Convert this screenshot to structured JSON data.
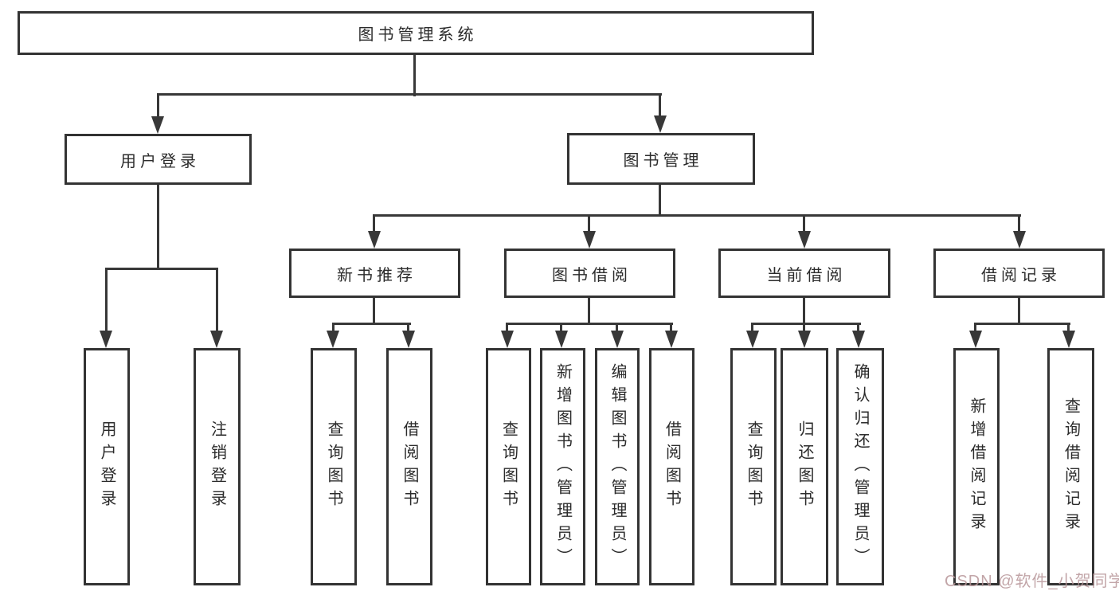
{
  "tree": {
    "label": "图书管理系统",
    "children": [
      {
        "label": "用户登录",
        "children": [
          {
            "label": "用户登录"
          },
          {
            "label": "注销登录"
          }
        ]
      },
      {
        "label": "图书管理",
        "children": [
          {
            "label": "新书推荐",
            "children": [
              {
                "label": "查询图书"
              },
              {
                "label": "借阅图书"
              }
            ]
          },
          {
            "label": "图书借阅",
            "children": [
              {
                "label": "查询图书"
              },
              {
                "label": "新增图书（管理员）"
              },
              {
                "label": "编辑图书（管理员）"
              },
              {
                "label": "借阅图书"
              }
            ]
          },
          {
            "label": "当前借阅",
            "children": [
              {
                "label": "查询图书"
              },
              {
                "label": "归还图书"
              },
              {
                "label": "确认归还（管理员）"
              }
            ]
          },
          {
            "label": "借阅记录",
            "children": [
              {
                "label": "新增借阅记录"
              },
              {
                "label": "查询借阅记录"
              }
            ]
          }
        ]
      }
    ]
  },
  "watermark": {
    "text": "CSDN @软件_小贺同学"
  },
  "colors": {
    "border": "#333333",
    "line": "#383838",
    "text": "#2b2b2b",
    "background": "#ffffff",
    "watermark": "#b89699"
  }
}
